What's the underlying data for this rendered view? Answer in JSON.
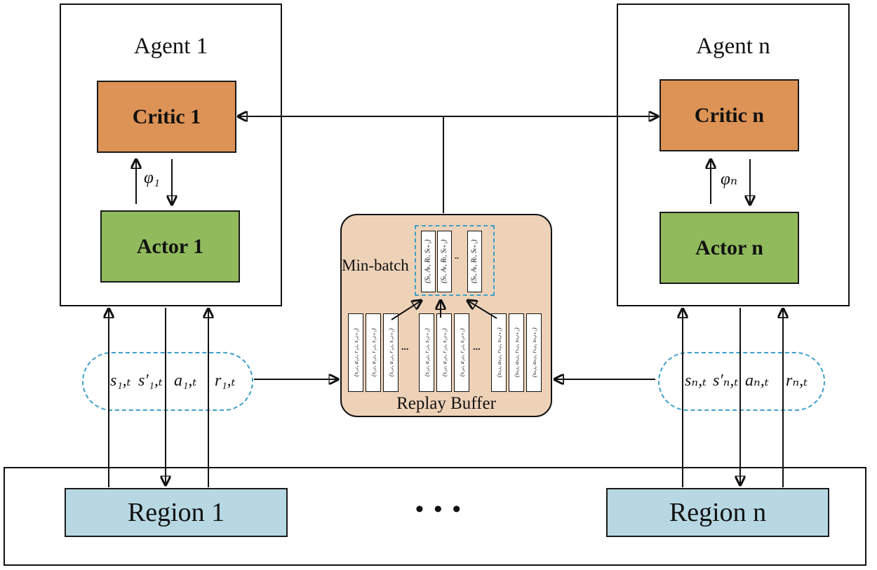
{
  "figure": {
    "type": "multi-agent actor-critic architecture diagram"
  },
  "colors": {
    "critic_fill": "#DD9355",
    "actor_fill": "#90BA5C",
    "replay_buffer_fill": "#EED2B8",
    "region_fill": "#B7D8E3",
    "dashed_accent": "#3E9FC9",
    "line": "#111111"
  },
  "agent1": {
    "title": "Agent 1",
    "critic_label": "Critic 1",
    "actor_label": "Actor 1",
    "phi_label": "φ₁"
  },
  "agentn": {
    "title": "Agent n",
    "critic_label": "Critic n",
    "actor_label": "Actor n",
    "phi_label": "φₙ"
  },
  "replay_buffer": {
    "minbatch_label": "Min-batch",
    "buffer_label": "Replay Buffer",
    "minbatch_tuple": "(Sₜ, Aₜ, Rₜ, Sₜ₊₁)",
    "minbatch_dots": "..",
    "group_dots": "...",
    "groups": [
      {
        "tuple": "(s₁,ₜ, a₁,ₜ, r₁,ₜ, s₁,ₜ₊₁)"
      },
      {
        "tuple": "(s₂,ₜ, a₂,ₜ, r₂,ₜ, s₂,ₜ₊₁)"
      },
      {
        "tuple": "(sₙ,ₜ, aₙ,ₜ, rₙ,ₜ, sₙ,ₜ₊₁)"
      }
    ]
  },
  "ellipse1": {
    "s": "s₁,ₜ",
    "s_prime": "s′₁,ₜ",
    "a": "a₁,ₜ",
    "r": "r₁,ₜ"
  },
  "ellipsen": {
    "s": "sₙ,ₜ",
    "s_prime": "s′ₙ,ₜ",
    "a": "aₙ,ₜ",
    "r": "rₙ,ₜ"
  },
  "environment": {
    "region1_label": "Region 1",
    "regionn_label": "Region n",
    "dots": "• • •"
  }
}
